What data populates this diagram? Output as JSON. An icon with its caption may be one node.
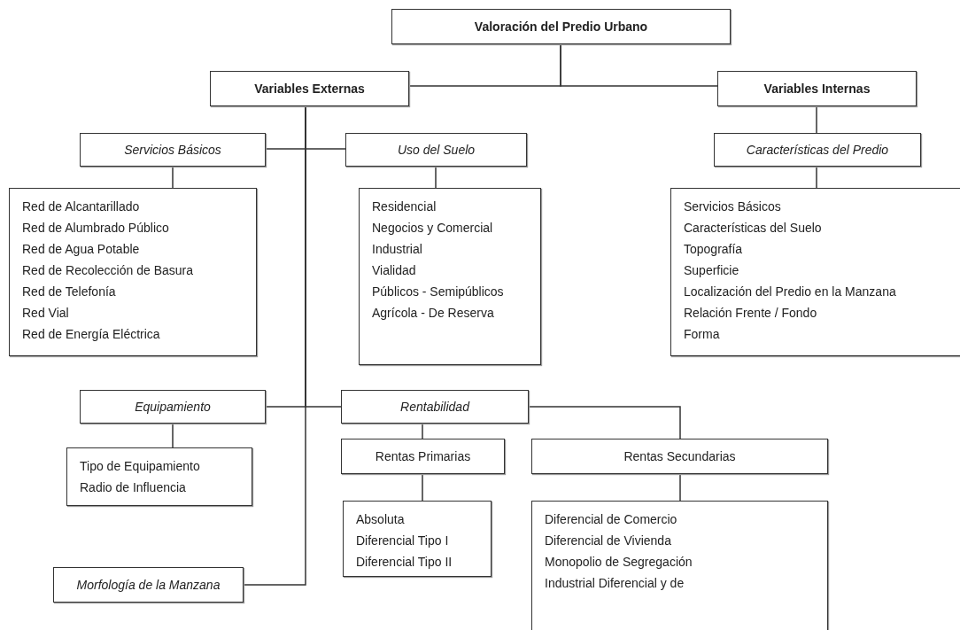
{
  "diagram": {
    "nodes": [
      {
        "text": [
          "Valoración del Predio Urbano"
        ]
      },
      {
        "text": [
          "Variables Externas"
        ]
      },
      {
        "text": [
          "Variables Internas"
        ]
      },
      {
        "text": [
          "Servicios Básicos"
        ]
      },
      {
        "text": [
          "Uso del Suelo"
        ]
      },
      {
        "text": [
          "Características del Predio"
        ]
      },
      {
        "text": [
          "Red de Alcantarillado",
          "Red de Alumbrado Público",
          "Red de Agua Potable",
          "Red de Recolección de Basura",
          "Red de Telefonía",
          "Red Vial",
          "Red de Energía Eléctrica"
        ]
      },
      {
        "text": [
          "Residencial",
          "Negocios y Comercial",
          "Industrial",
          "Vialidad",
          "Públicos - Semipúblicos",
          "Agrícola - De Reserva"
        ]
      },
      {
        "text": [
          "Servicios Básicos",
          "Características del Suelo",
          "Topografía",
          "Superficie",
          "Localización del Predio en la Manzana",
          "Relación Frente / Fondo",
          "Forma"
        ]
      },
      {
        "text": [
          "Equipamiento"
        ]
      },
      {
        "text": [
          "Rentabilidad"
        ]
      },
      {
        "text": [
          "Tipo de Equipamiento",
          "Radio de Influencia"
        ]
      },
      {
        "text": [
          "Rentas Primarias"
        ]
      },
      {
        "text": [
          "Rentas Secundarias"
        ]
      },
      {
        "text": [
          "Absoluta",
          "Diferencial Tipo I",
          "Diferencial Tipo II"
        ]
      },
      {
        "text": [
          "Diferencial de Comercio",
          "Diferencial de Vivienda",
          "Monopolio de Segregación",
          "Industrial Diferencial y de"
        ]
      },
      {
        "text": [
          "Morfología de la Manzana"
        ]
      }
    ],
    "edges": [
      {
        "from": 0,
        "to": 1,
        "arrow": "none"
      },
      {
        "from": 0,
        "to": 2,
        "arrow": "none"
      },
      {
        "from": 1,
        "to": 3,
        "arrow": "none"
      },
      {
        "from": 1,
        "to": 4,
        "arrow": "none"
      },
      {
        "from": 1,
        "to": 9,
        "arrow": "none"
      },
      {
        "from": 1,
        "to": 10,
        "arrow": "none"
      },
      {
        "from": 1,
        "to": 16,
        "arrow": "none"
      },
      {
        "from": 2,
        "to": 5,
        "arrow": "none"
      },
      {
        "from": 3,
        "to": 6,
        "arrow": "none"
      },
      {
        "from": 4,
        "to": 7,
        "arrow": "none"
      },
      {
        "from": 5,
        "to": 8,
        "arrow": "none"
      },
      {
        "from": 9,
        "to": 11,
        "arrow": "none"
      },
      {
        "from": 10,
        "to": 12,
        "arrow": "none"
      },
      {
        "from": 10,
        "to": 13,
        "arrow": "none"
      },
      {
        "from": 12,
        "to": 14,
        "arrow": "none"
      },
      {
        "from": 13,
        "to": 15,
        "arrow": "none"
      }
    ]
  }
}
